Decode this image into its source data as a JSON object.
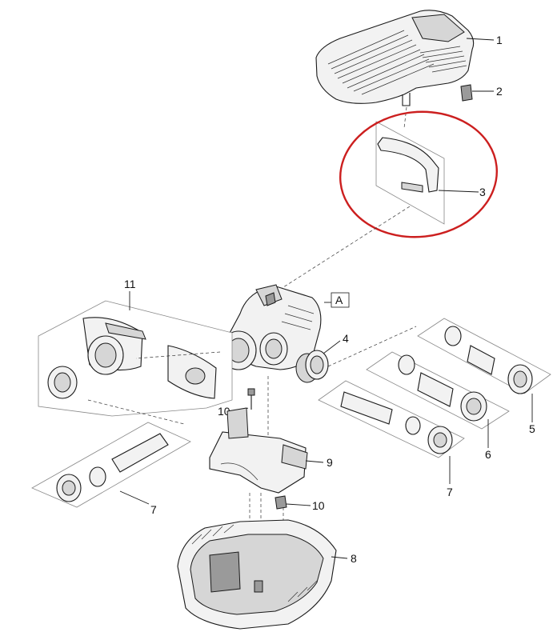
{
  "callouts": {
    "p1": "1",
    "p2": "2",
    "p3": "3",
    "p4": "4",
    "p5": "5",
    "p6": "6",
    "p7a": "7",
    "p7b": "7",
    "p8": "8",
    "p9": "9",
    "p10a": "10",
    "p10b": "10",
    "p11": "11",
    "boxA": "A"
  },
  "colors": {
    "highlight": "#cc1f1f",
    "line": "#1a1a1a"
  }
}
